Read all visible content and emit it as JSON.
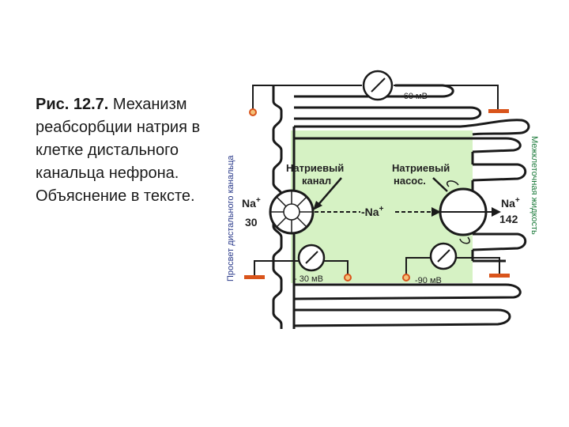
{
  "caption": {
    "figure_number": "Рис. 12.7.",
    "text": "Механизм реабсорбции натрия в клетке дистального канальца нефрона. Объяснение в тексте."
  },
  "diagram": {
    "left_side_label": "Просвет дистального канальца",
    "right_side_label": "Межклеточная жидкость",
    "voltage_top": "- 60 мВ",
    "voltage_bottom_left": "- 30 мВ",
    "voltage_bottom_right": "-90 мВ",
    "channel_label_line1": "Натриевый",
    "channel_label_line2": "канал",
    "pump_label_line1": "Натриевый",
    "pump_label_line2": "насос.",
    "na_left_ion": "Na",
    "na_left_conc": "30",
    "na_center": "-Na",
    "na_right_ion": "Na",
    "na_right_conc": "142",
    "plus": "+",
    "colors": {
      "cell_fill": "#d6f2c4",
      "line": "#1a1a1a",
      "electrode_orange": "#e08b1a",
      "electrode_bar": "#d9541b",
      "right_label": "#1b7a3a",
      "left_label": "#2a3a8a"
    }
  }
}
